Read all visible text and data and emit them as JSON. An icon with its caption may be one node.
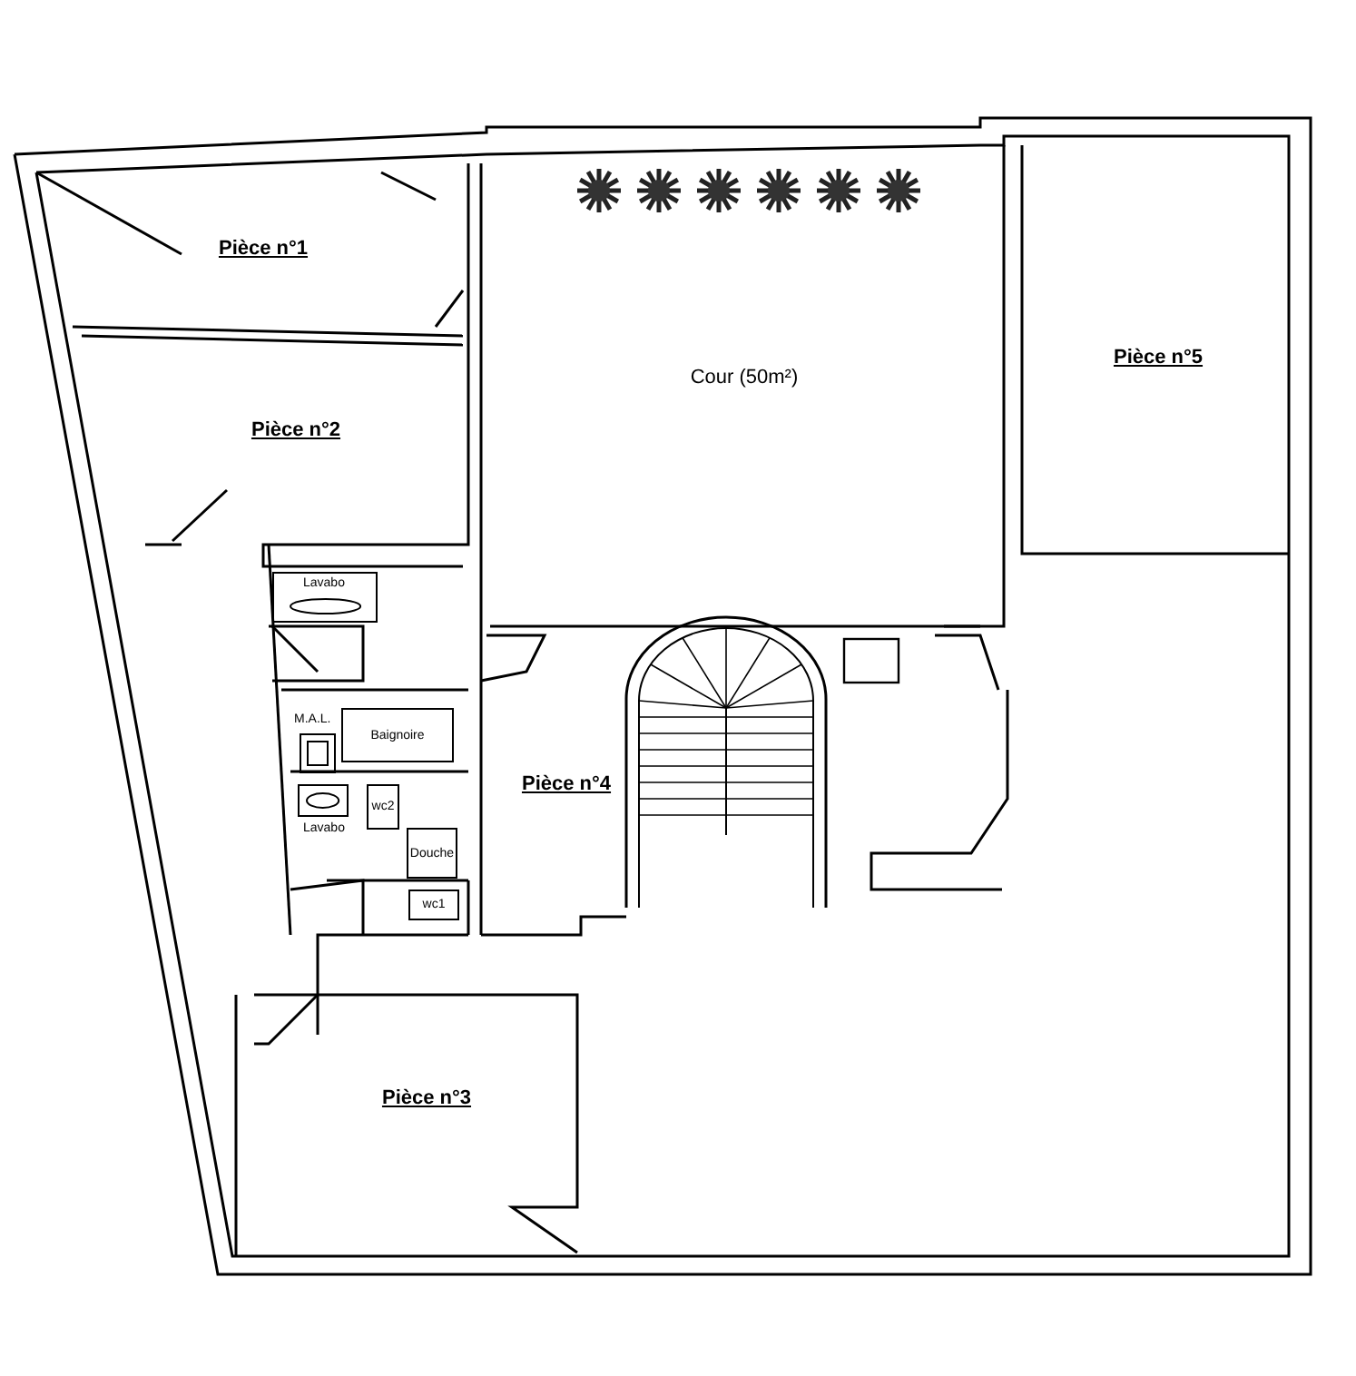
{
  "diagram": {
    "nodes": [
      {
        "text": [
          "Pièce n°1"
        ]
      },
      {
        "text": [
          "Pièce n°2"
        ]
      },
      {
        "text": [
          "Cour (50m²)"
        ]
      },
      {
        "text": [
          "Pièce n°5"
        ]
      },
      {
        "text": [
          "Lavabo"
        ]
      },
      {
        "text": [
          "M.A.L."
        ]
      },
      {
        "text": [
          "Baignoire"
        ]
      },
      {
        "text": [
          "Lavabo"
        ]
      },
      {
        "text": [
          "wc2"
        ]
      },
      {
        "text": [
          "Douche"
        ]
      },
      {
        "text": [
          "Pièce n°4"
        ]
      },
      {
        "text": [
          "wc1"
        ]
      },
      {
        "text": [
          "Pièce n°3"
        ]
      }
    ]
  }
}
